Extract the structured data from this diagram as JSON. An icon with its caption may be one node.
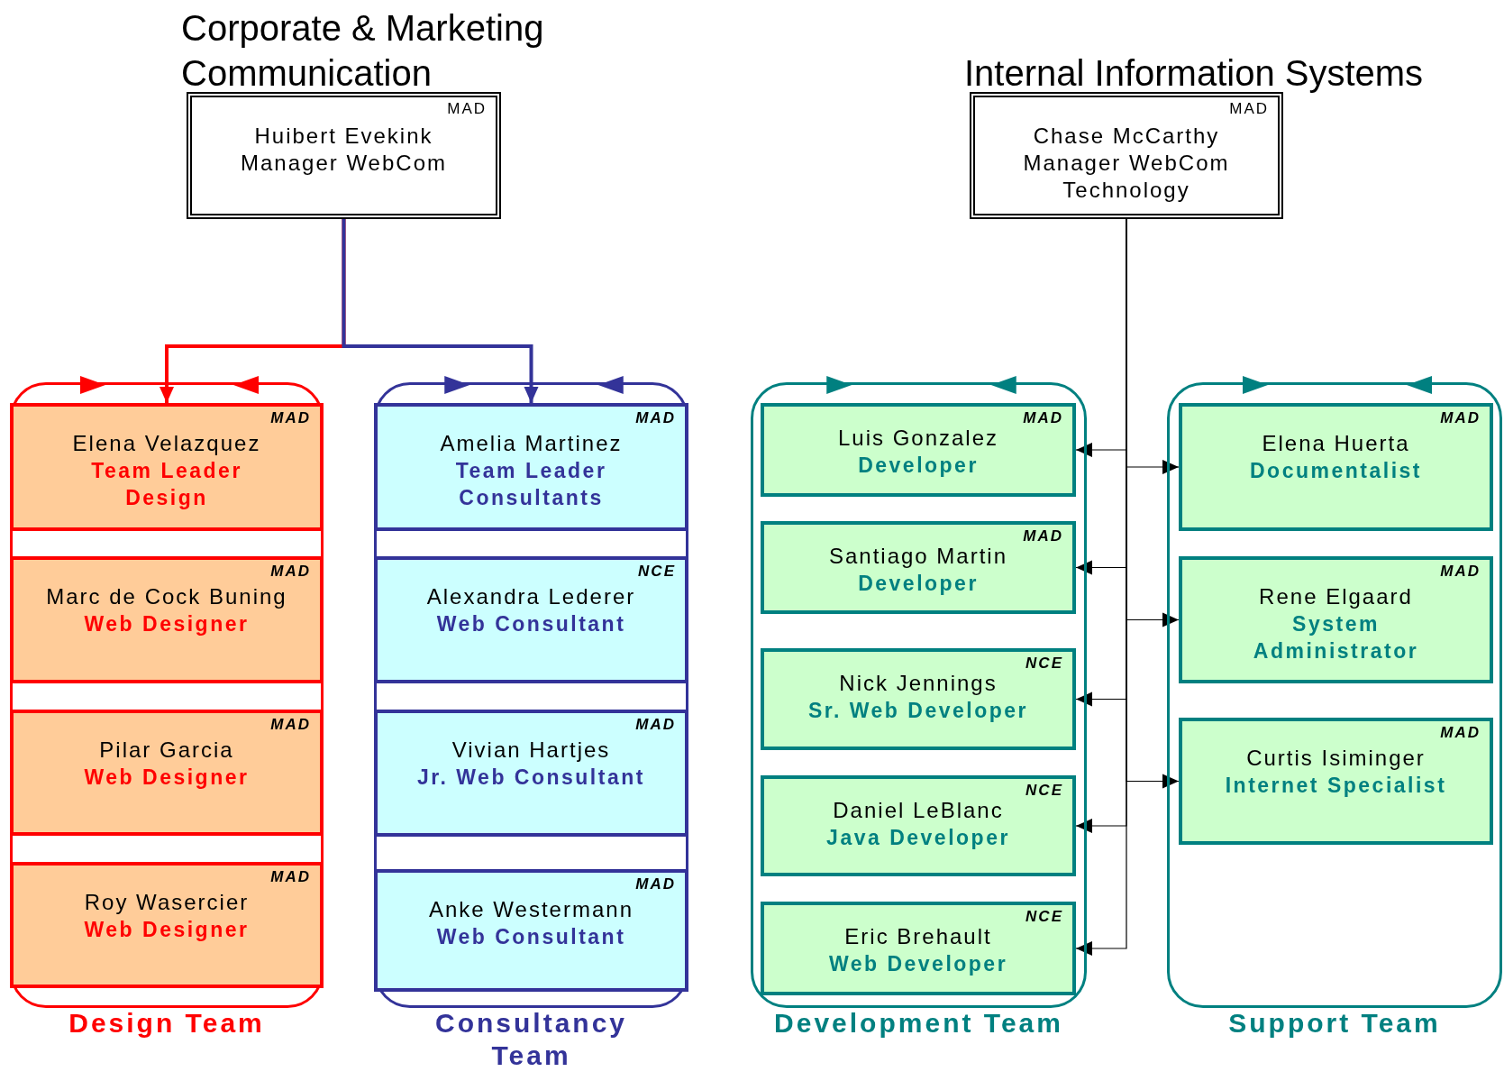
{
  "diagram": {
    "nodes": [
      {
        "text": [
          "Corporate & Marketing Communication",
          "MAD",
          "Huibert Evekink",
          "Manager WebCom"
        ]
      },
      {
        "text": [
          "Internal Information Systems",
          "MAD",
          "Chase McCarthy",
          "Manager WebCom Technology"
        ]
      },
      {
        "text": [
          "Design Team"
        ]
      },
      {
        "text": [
          "MAD",
          "Elena Velazquez",
          "Team Leader Design"
        ],
        "in": 2
      },
      {
        "text": [
          "MAD",
          "Marc de Cock Buning",
          "Web Designer"
        ],
        "in": 2
      },
      {
        "text": [
          "MAD",
          "Pilar Garcia",
          "Web Designer"
        ],
        "in": 2
      },
      {
        "text": [
          "MAD",
          "Roy Wasercier",
          "Web Designer"
        ],
        "in": 2
      },
      {
        "text": [
          "Consultancy Team"
        ]
      },
      {
        "text": [
          "MAD",
          "Amelia Martinez",
          "Team Leader Consultants"
        ],
        "in": 7
      },
      {
        "text": [
          "NCE",
          "Alexandra Lederer",
          "Web Consultant"
        ],
        "in": 7
      },
      {
        "text": [
          "MAD",
          "Vivian Hartjes",
          "Jr. Web Consultant"
        ],
        "in": 7
      },
      {
        "text": [
          "MAD",
          "Anke Westermann",
          "Web Consultant"
        ],
        "in": 7
      },
      {
        "text": [
          "Development Team"
        ]
      },
      {
        "text": [
          "MAD",
          "Luis Gonzalez",
          "Developer"
        ],
        "in": 12
      },
      {
        "text": [
          "MAD",
          "Santiago Martin",
          "Developer"
        ],
        "in": 12
      },
      {
        "text": [
          "NCE",
          "Nick Jennings",
          "Sr. Web Developer"
        ],
        "in": 12
      },
      {
        "text": [
          "NCE",
          "Daniel LeBlanc",
          "Java Developer"
        ],
        "in": 12
      },
      {
        "text": [
          "NCE",
          "Eric Brehault",
          "Web Developer"
        ],
        "in": 12
      },
      {
        "text": [
          "Support Team"
        ]
      },
      {
        "text": [
          "MAD",
          "Elena Huerta",
          "Documentalist"
        ],
        "in": 18
      },
      {
        "text": [
          "MAD",
          "Rene Elgaard",
          "System Administrator"
        ],
        "in": 18
      },
      {
        "text": [
          "MAD",
          "Curtis Isiminger",
          "Internet Specialist"
        ],
        "in": 18
      }
    ],
    "edges": [
      {
        "from": 0,
        "to": 3,
        "arrow": "to",
        "style": "thick",
        "color": "#ff0000"
      },
      {
        "from": 0,
        "to": 8,
        "arrow": "to",
        "style": "thick",
        "color": "#333399"
      },
      {
        "from": 1,
        "to": 13,
        "arrow": "to"
      },
      {
        "from": 1,
        "to": 14,
        "arrow": "to"
      },
      {
        "from": 1,
        "to": 15,
        "arrow": "to"
      },
      {
        "from": 1,
        "to": 16,
        "arrow": "to"
      },
      {
        "from": 1,
        "to": 17,
        "arrow": "to"
      },
      {
        "from": 1,
        "to": 19,
        "arrow": "to"
      },
      {
        "from": 1,
        "to": 20,
        "arrow": "to"
      },
      {
        "from": 1,
        "to": 21,
        "arrow": "to"
      }
    ]
  }
}
